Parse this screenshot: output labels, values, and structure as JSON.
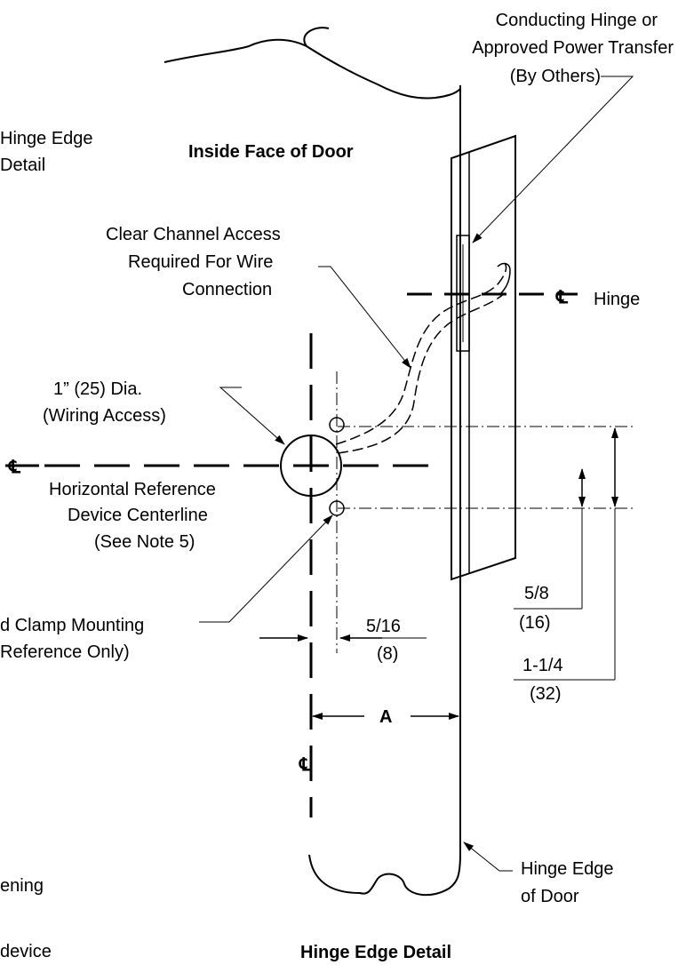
{
  "texts": {
    "hinge_callout_l1": "Conducting Hinge or",
    "hinge_callout_l2": "Approved Power Transfer",
    "hinge_callout_l3": "(By Others)",
    "left_clip_l1": "Hinge Edge",
    "left_clip_l2": "Detail",
    "inside_face": "Inside Face of Door",
    "clear_channel_l1": "Clear Channel Access",
    "clear_channel_l2": "Required For Wire",
    "clear_channel_l3": "Connection",
    "cl_symbol": "℄",
    "hinge_label": "Hinge",
    "dia_l1": "1” (25) Dia.",
    "dia_l2": "(Wiring Access)",
    "horiz_ref_l1": "Horizontal Reference",
    "horiz_ref_l2": "Device Centerline",
    "horiz_ref_l3": "(See Note 5)",
    "clamp_l1": "d Clamp Mounting",
    "clamp_l2": "Reference Only)",
    "dim_5_16": "5/16",
    "dim_8": "(8)",
    "dim_5_8": "5/8",
    "dim_16": "(16)",
    "dim_1_1_4": "1-1/4",
    "dim_32": "(32)",
    "dim_a": "A",
    "hinge_edge_l1": "Hinge Edge",
    "hinge_edge_l2": "of Door",
    "left_clip_ening": "ening",
    "left_clip_device": "device",
    "caption": "Hinge Edge Detail"
  }
}
